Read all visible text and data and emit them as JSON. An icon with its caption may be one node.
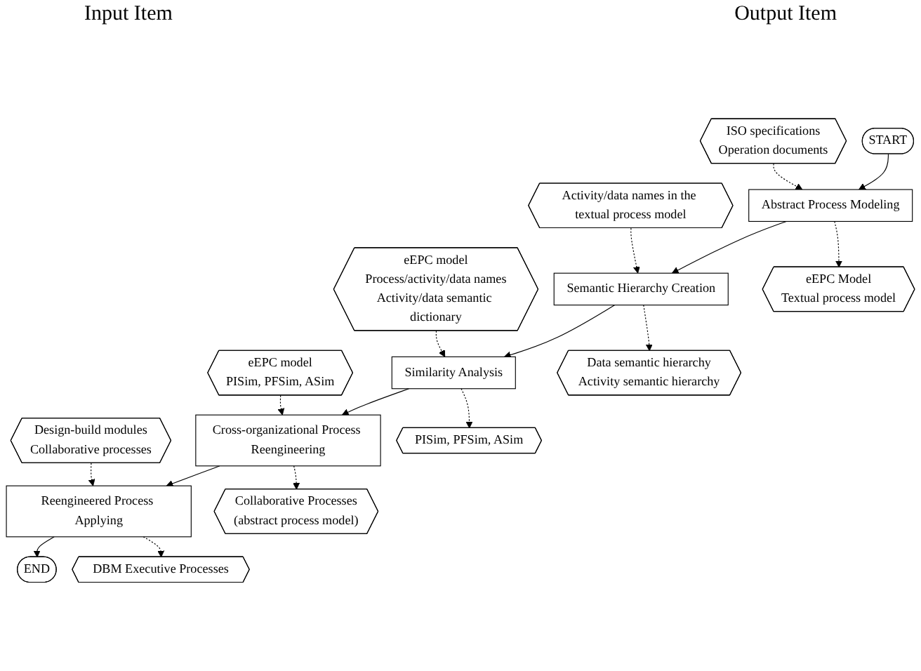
{
  "diagram": {
    "nodes": [
      {
        "text": [
          "START"
        ]
      },
      {
        "text": [
          "Abstract Process Modeling"
        ]
      },
      {
        "text": [
          "Semantic Hierarchy Creation"
        ]
      },
      {
        "text": [
          "Similarity Analysis"
        ]
      },
      {
        "text": [
          "Cross-organizational Process Reengineering"
        ]
      },
      {
        "text": [
          "Reengineered Process Applying"
        ]
      },
      {
        "text": [
          "END"
        ]
      },
      {
        "text": [
          "ISO specifications",
          "Operation documents"
        ]
      },
      {
        "text": [
          "Activity/data names in the textual process model"
        ]
      },
      {
        "text": [
          "eEPC model",
          "Process/activity/data names",
          "Activity/data semantic dictionary"
        ]
      },
      {
        "text": [
          "eEPC model",
          "PISim, PFSim, ASim"
        ]
      },
      {
        "text": [
          "Design-build modules",
          "Collaborative processes"
        ]
      },
      {
        "text": [
          "eEPC Model",
          "Textual process model"
        ]
      },
      {
        "text": [
          "Data semantic hierarchy",
          "Activity semantic hierarchy"
        ]
      },
      {
        "text": [
          "PISim, PFSim, ASim"
        ]
      },
      {
        "text": [
          "Collaborative Processes",
          "(abstract process model)"
        ]
      },
      {
        "text": [
          "DBM Executive Processes"
        ]
      }
    ],
    "edges": [
      {
        "from": 0,
        "to": 1,
        "arrow": "to"
      },
      {
        "from": 1,
        "to": 2,
        "arrow": "to"
      },
      {
        "from": 2,
        "to": 3,
        "arrow": "to"
      },
      {
        "from": 3,
        "to": 4,
        "arrow": "to"
      },
      {
        "from": 4,
        "to": 5,
        "arrow": "to"
      },
      {
        "from": 5,
        "to": 6,
        "arrow": "to"
      },
      {
        "from": 7,
        "to": 1,
        "arrow": "to",
        "style": "dashed"
      },
      {
        "from": 8,
        "to": 2,
        "arrow": "to",
        "style": "dashed"
      },
      {
        "from": 9,
        "to": 3,
        "arrow": "to",
        "style": "dashed"
      },
      {
        "from": 10,
        "to": 4,
        "arrow": "to",
        "style": "dashed"
      },
      {
        "from": 11,
        "to": 5,
        "arrow": "to",
        "style": "dashed"
      },
      {
        "from": 1,
        "to": 12,
        "arrow": "to",
        "style": "dashed"
      },
      {
        "from": 2,
        "to": 13,
        "arrow": "to",
        "style": "dashed"
      },
      {
        "from": 3,
        "to": 14,
        "arrow": "to",
        "style": "dashed"
      },
      {
        "from": 4,
        "to": 15,
        "arrow": "to",
        "style": "dashed"
      },
      {
        "from": 5,
        "to": 16,
        "arrow": "to",
        "style": "dashed"
      }
    ],
    "labels": [
      "Input Item",
      "Output Item"
    ]
  }
}
